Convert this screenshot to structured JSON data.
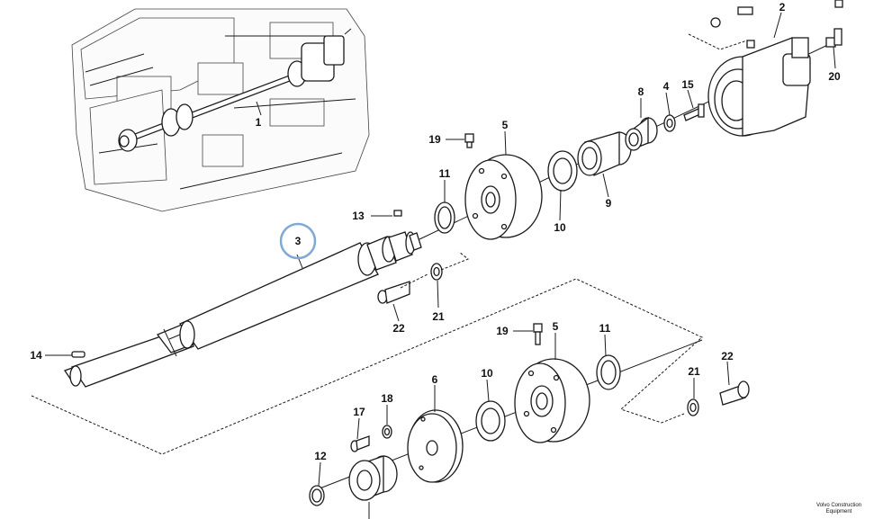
{
  "diagram": {
    "callouts": [
      {
        "id": "c1",
        "label": "1"
      },
      {
        "id": "c2",
        "label": "2"
      },
      {
        "id": "c3",
        "label": "3"
      },
      {
        "id": "c4",
        "label": "4"
      },
      {
        "id": "c5a",
        "label": "5"
      },
      {
        "id": "c5b",
        "label": "5"
      },
      {
        "id": "c6",
        "label": "6"
      },
      {
        "id": "c8",
        "label": "8"
      },
      {
        "id": "c9",
        "label": "9"
      },
      {
        "id": "c10a",
        "label": "10"
      },
      {
        "id": "c10b",
        "label": "10"
      },
      {
        "id": "c11a",
        "label": "11"
      },
      {
        "id": "c11b",
        "label": "11"
      },
      {
        "id": "c12",
        "label": "12"
      },
      {
        "id": "c13",
        "label": "13"
      },
      {
        "id": "c14",
        "label": "14"
      },
      {
        "id": "c15",
        "label": "15"
      },
      {
        "id": "c17",
        "label": "17"
      },
      {
        "id": "c18",
        "label": "18"
      },
      {
        "id": "c19a",
        "label": "19"
      },
      {
        "id": "c19b",
        "label": "19"
      },
      {
        "id": "c20",
        "label": "20"
      },
      {
        "id": "c21a",
        "label": "21"
      },
      {
        "id": "c21b",
        "label": "21"
      },
      {
        "id": "c22a",
        "label": "22"
      },
      {
        "id": "c22b",
        "label": "22"
      }
    ],
    "highlight": {
      "label": "3",
      "color": "#7fa9d6"
    },
    "brand": {
      "line1": "Volvo Construction",
      "line2": "Equipment"
    }
  }
}
